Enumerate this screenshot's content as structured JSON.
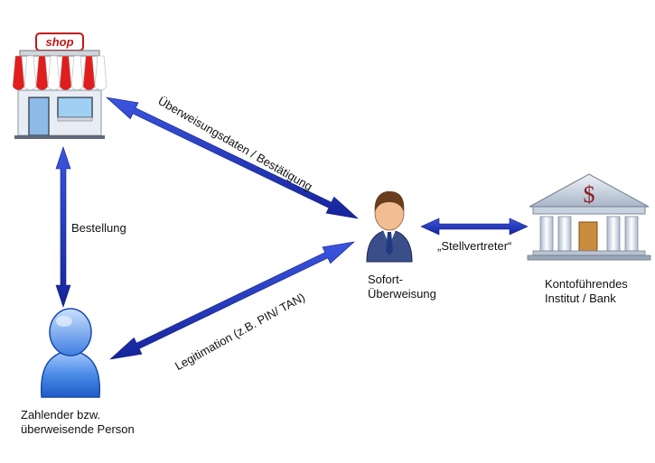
{
  "shop": {
    "sign": "shop"
  },
  "labels": {
    "order": "Bestellung",
    "transfer_data": "Überweisungsdaten / Bestätigung",
    "legitimation": "Legitimation (z.B. PIN/ TAN)",
    "proxy": "„Stellvertreter“"
  },
  "nodes": {
    "payer": {
      "line1": "Zahlender bzw.",
      "line2": "überweisende Person"
    },
    "sofort": {
      "line1": "Sofort-",
      "line2": "Überweisung"
    },
    "bank": {
      "line1": "Kontoführendes",
      "line2": "Institut / Bank",
      "symbol": "$"
    }
  },
  "colors": {
    "arrow": "#1f32b4",
    "awning_red": "#e11d1d",
    "person_blue": "#4d8de8",
    "bank_door": "#c98b3c",
    "bank_symbol": "#8b1a1a"
  }
}
